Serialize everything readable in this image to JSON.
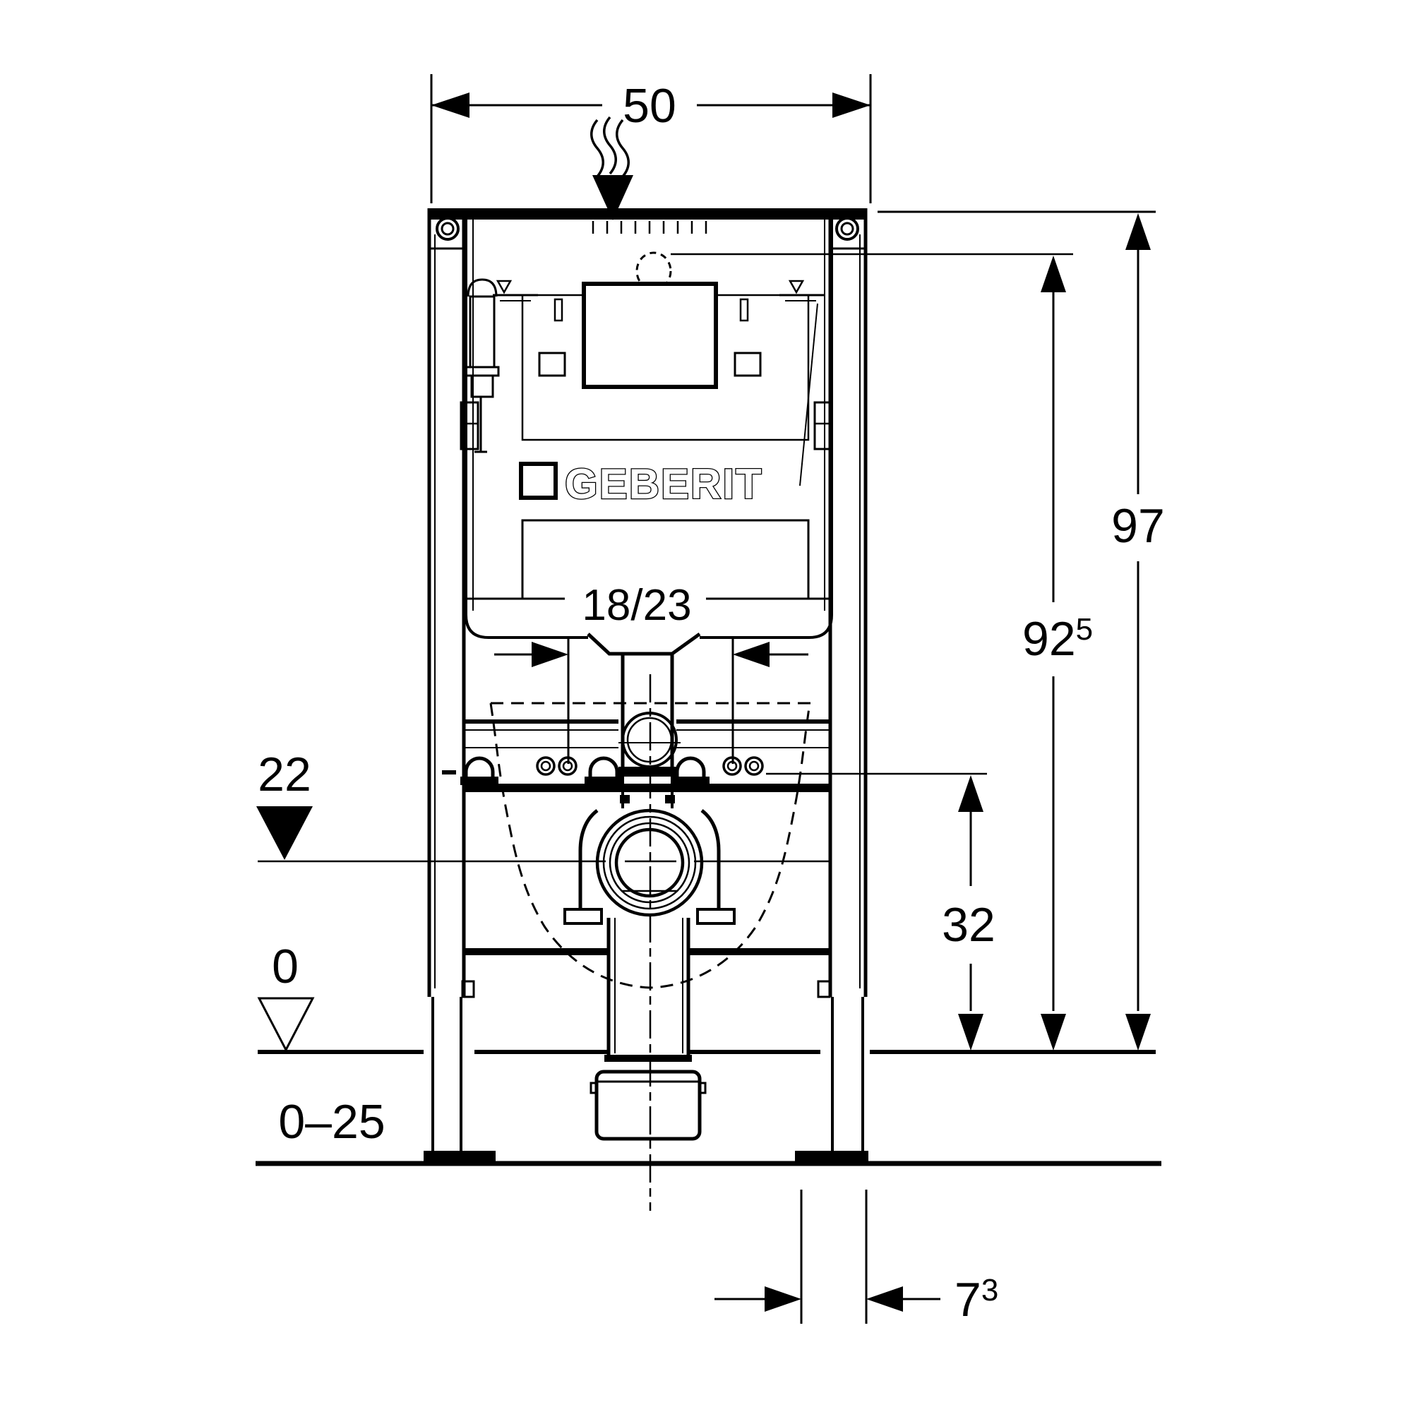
{
  "drawing": {
    "brand": "GEBERIT",
    "dimensions": {
      "width_top": "50",
      "height_total": "97",
      "height_inspection_main": "92",
      "height_inspection_sup": "5",
      "flush_pipe": "18/23",
      "outlet_center": "22",
      "rail_height": "32",
      "floor_level": "0",
      "floor_adjust_range": "0–25",
      "foot_depth_main": "7",
      "foot_depth_sup": "3"
    },
    "colors": {
      "line": "#000000",
      "background": "#ffffff"
    }
  }
}
